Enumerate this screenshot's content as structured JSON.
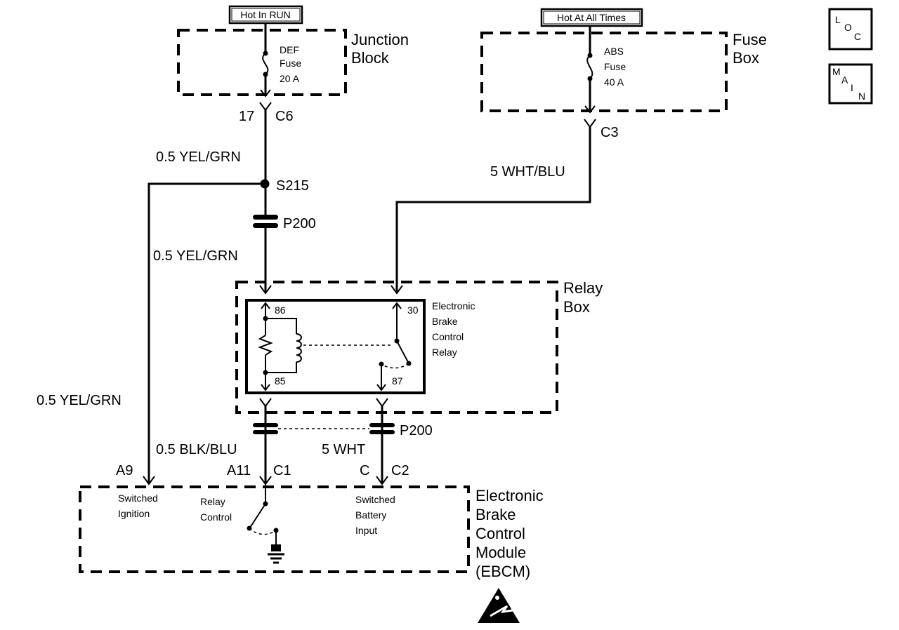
{
  "power_sources": {
    "run": "Hot In RUN",
    "all_times": "Hot At All Times"
  },
  "nav_icons": {
    "loc": [
      "L",
      "O",
      "C"
    ],
    "main": [
      "M",
      "A",
      "I",
      "N"
    ]
  },
  "junction_block": {
    "name_line1": "Junction",
    "name_line2": "Block",
    "fuse_line1": "DEF",
    "fuse_line2": "Fuse",
    "fuse_line3": "20 A"
  },
  "fuse_box": {
    "name_line1": "Fuse",
    "name_line2": "Box",
    "fuse_line1": "ABS",
    "fuse_line2": "Fuse",
    "fuse_line3": "40 A"
  },
  "connectors": {
    "c6_pin": "17",
    "c6": "C6",
    "c3": "C3",
    "splice": "S215",
    "p200_top": "P200",
    "p200_bottom": "P200",
    "a9": "A9",
    "a11": "A11",
    "c1": "C1",
    "c_pin": "C",
    "c2": "C2"
  },
  "wires": {
    "yel_grn_upper": "0.5 YEL/GRN",
    "yel_grn_mid": "0.5 YEL/GRN",
    "yel_grn_left": "0.5 YEL/GRN",
    "wht_blu": "5 WHT/BLU",
    "blk_blu": "0.5 BLK/BLU",
    "wht": "5 WHT"
  },
  "relay_box": {
    "name_line1": "Relay",
    "name_line2": "Box",
    "relay_line1": "Electronic",
    "relay_line2": "Brake",
    "relay_line3": "Control",
    "relay_line4": "Relay",
    "pin86": "86",
    "pin85": "85",
    "pin30": "30",
    "pin87": "87"
  },
  "ebcm": {
    "name_line1": "Electronic",
    "name_line2": "Brake",
    "name_line3": "Control",
    "name_line4": "Module",
    "name_line5": "(EBCM)",
    "sw_ign_line1": "Switched",
    "sw_ign_line2": "Ignition",
    "relay_ctl_line1": "Relay",
    "relay_ctl_line2": "Control",
    "sw_bat_line1": "Switched",
    "sw_bat_line2": "Battery",
    "sw_bat_line3": "Input"
  }
}
